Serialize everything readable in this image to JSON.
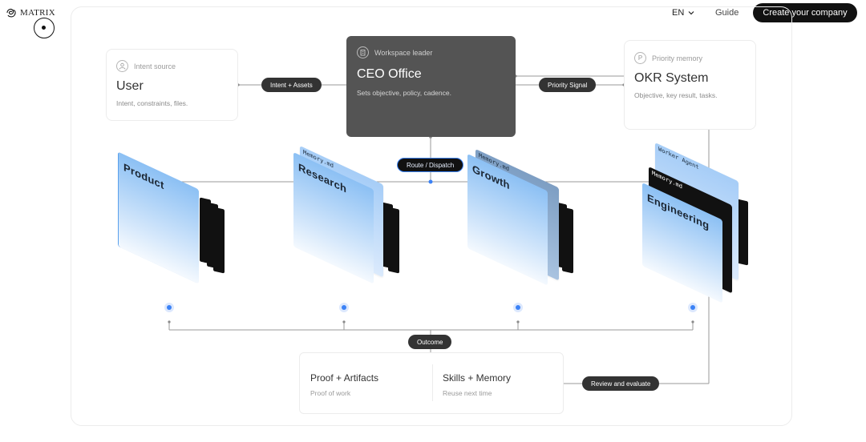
{
  "header": {
    "brand": "MATRIX",
    "lang": "EN",
    "guide": "Guide",
    "cta": "Create your company"
  },
  "user": {
    "eyebrow": "Intent source",
    "title": "User",
    "sub": "Intent, constraints, files."
  },
  "ceo": {
    "eyebrow": "Workspace leader",
    "title": "CEO Office",
    "sub": "Sets objective, policy, cadence."
  },
  "okr": {
    "eyebrow": "Priority memory",
    "title": "OKR System",
    "sub": "Objective, key result, tasks."
  },
  "pills": {
    "intent": "Intent + Assets",
    "priority": "Priority Signal",
    "route": "Route / Dispatch",
    "outcome": "Outcome",
    "review": "Review and evaluate"
  },
  "departments": [
    {
      "name": "Product"
    },
    {
      "name": "Research",
      "tab": "Memory.md"
    },
    {
      "name": "Growth",
      "tab": "Memory.md"
    },
    {
      "name": "Engineering",
      "tab": "Worker Agent",
      "tab2": "Memory.md"
    }
  ],
  "outcome": {
    "left_title": "Proof + Artifacts",
    "left_sub": "Proof of work",
    "right_title": "Skills + Memory",
    "right_sub": "Reuse next time"
  },
  "icons": {
    "user": "user-icon",
    "ceo": "building-icon",
    "okr": "priority-p-icon"
  },
  "colors": {
    "accent": "#3b82f6",
    "dark_card": "#545454",
    "pill": "#333333"
  }
}
